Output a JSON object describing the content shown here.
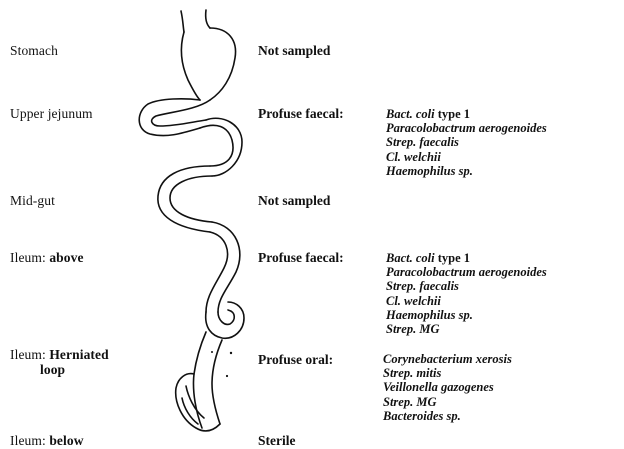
{
  "rows": [
    {
      "site": "Stomach",
      "status": "Not sampled",
      "organisms": []
    },
    {
      "site": "Upper  jejunum",
      "status": "Profuse faecal:",
      "organisms": [
        {
          "name": "Bact. coli",
          "suffix": " type 1"
        },
        {
          "name": "Paracolobactrum  aerogenoides",
          "suffix": ""
        },
        {
          "name": "Strep. faecalis",
          "suffix": ""
        },
        {
          "name": "Cl. welchii",
          "suffix": ""
        },
        {
          "name": "Haemophilus sp.",
          "suffix": ""
        }
      ]
    },
    {
      "site": "Mid-gut",
      "status": "Not sampled",
      "organisms": []
    },
    {
      "site_part": "Ileum:",
      "site_qual": "above",
      "status": "Profuse faecal:",
      "organisms": [
        {
          "name": "Bact. coli",
          "suffix": " type 1"
        },
        {
          "name": "Paracolobactrum  aerogenoides",
          "suffix": ""
        },
        {
          "name": "Strep. faecalis",
          "suffix": ""
        },
        {
          "name": "Cl. welchii",
          "suffix": ""
        },
        {
          "name": "Haemophilus sp.",
          "suffix": ""
        },
        {
          "name": "Strep. MG",
          "suffix": ""
        }
      ]
    },
    {
      "site_part": "Ileum:",
      "site_qual": "Herniated",
      "site_qual2": "loop",
      "status": "Profuse oral:",
      "organisms": [
        {
          "name": "Corynebacterium xerosis",
          "suffix": ""
        },
        {
          "name": "Strep. mitis",
          "suffix": ""
        },
        {
          "name": "Veillonella gazogenes",
          "suffix": ""
        },
        {
          "name": "Strep. MG",
          "suffix": ""
        },
        {
          "name": "Bacteroides sp.",
          "suffix": ""
        }
      ]
    },
    {
      "site_part": "Ileum:",
      "site_qual": "below",
      "status": "Sterile",
      "organisms": []
    }
  ],
  "colors": {
    "ink": "#111111",
    "background": "#ffffff"
  }
}
